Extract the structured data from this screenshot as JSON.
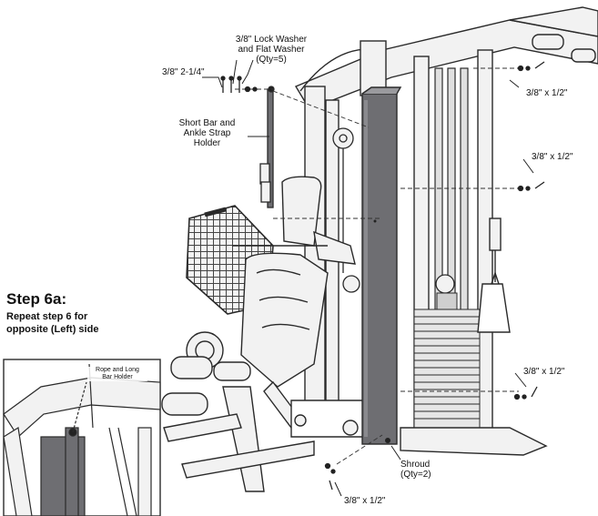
{
  "step": {
    "title": "Step 6a:",
    "note_line1": "Repeat step 6 for",
    "note_line2": "opposite (Left) side"
  },
  "callouts": {
    "washer_line1": "3/8\" Lock Washer",
    "washer_line2": "and Flat Washer",
    "washer_line3": "(Qty=5)",
    "bolt_long": "3/8\" 2-1/4\"",
    "holder_line1": "Short Bar and",
    "holder_line2": "Ankle Strap",
    "holder_line3": "Holder",
    "bolt_top_right": "3/8\" x 1/2\"",
    "bolt_mid_right": "3/8\" x 1/2\"",
    "bolt_low_right": "3/8\" x 1/2\"",
    "bolt_bottom": "3/8\" x 1/2\"",
    "shroud_line1": "Shroud",
    "shroud_line2": "(Qty=2)"
  },
  "inset": {
    "label_line1": "Rope and Long",
    "label_line2": "Bar Holder"
  },
  "colors": {
    "line": "#2a2a2a",
    "shroud": "#6e6e72",
    "frame_fill": "#f2f2f2",
    "weight_fill": "#e6e6e6"
  }
}
